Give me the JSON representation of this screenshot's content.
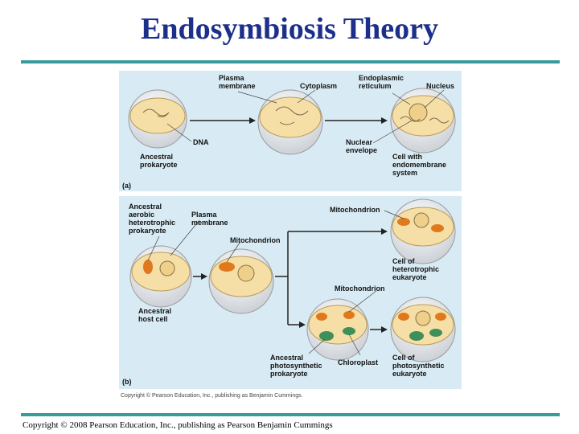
{
  "title": "Endosymbiosis Theory",
  "footer": "Copyright © 2008 Pearson Education, Inc., publishing as Pearson Benjamin Cummings",
  "figure_copyright": "Copyright © Pearson Education, Inc., publishing as Benjamin Cummings.",
  "colors": {
    "title": "#1c2f8a",
    "rule": "#3a9a9a",
    "panel": "#d8ebf4",
    "cytoplasm": "#f6dfa6",
    "mitochondrion": "#e0781e",
    "chloroplast": "#3f8f5a"
  },
  "panel_a": {
    "tag": "(a)",
    "labels": {
      "plasma_membrane": [
        "Plasma",
        "membrane"
      ],
      "cytoplasm": "Cytoplasm",
      "er": [
        "Endoplasmic",
        "reticulum"
      ],
      "nucleus": "Nucleus",
      "dna": "DNA",
      "nuclear_envelope": [
        "Nuclear",
        "envelope"
      ],
      "ancestral_prokaryote": [
        "Ancestral",
        "prokaryote"
      ],
      "endomembrane_cell": [
        "Cell with",
        "endomembrane",
        "system"
      ]
    }
  },
  "panel_b": {
    "tag": "(b)",
    "labels": {
      "aerobic": [
        "Ancestral",
        "aerobic",
        "heterotrophic",
        "prokaryote"
      ],
      "plasma_membrane": [
        "Plasma",
        "membrane"
      ],
      "mito_1": "Mitochondrion",
      "mito_top": "Mitochondrion",
      "hetero_cell": [
        "Cell of",
        "heterotrophic",
        "eukaryote"
      ],
      "mito_mid": "Mitochondrion",
      "host_cell": [
        "Ancestral",
        "host cell"
      ],
      "photo_prok": [
        "Ancestral",
        "photosynthetic",
        "prokaryote"
      ],
      "chloroplast": "Chloroplast",
      "photo_cell": [
        "Cell of",
        "photosynthetic",
        "eukaryote"
      ]
    }
  }
}
